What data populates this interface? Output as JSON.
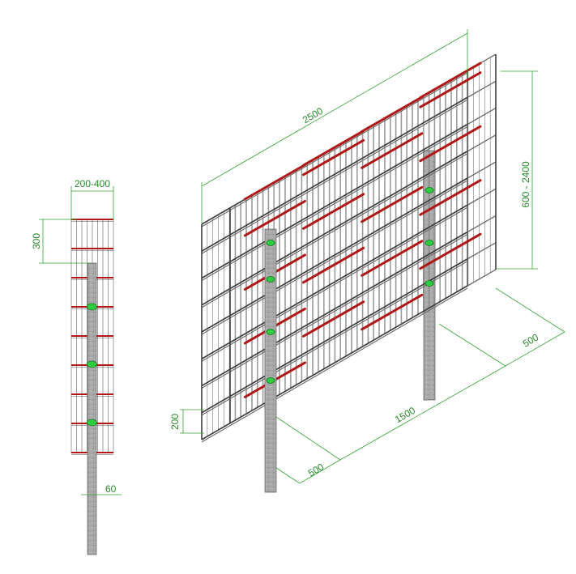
{
  "side_view": {
    "width_label": "200-400",
    "height_label": "300",
    "post_label": "60"
  },
  "iso_view": {
    "length_label": "2500",
    "height_range_label": "600 - 2400",
    "depth_label": "500",
    "base_height_label": "200",
    "post_spacing_label": "1500",
    "end_offset_label": "500"
  },
  "colors": {
    "dimension": "#36a336",
    "spacer": "#b01818",
    "clip": "#2ecc40",
    "wire": "#8a8a8a",
    "post": "#9a9a9a"
  }
}
